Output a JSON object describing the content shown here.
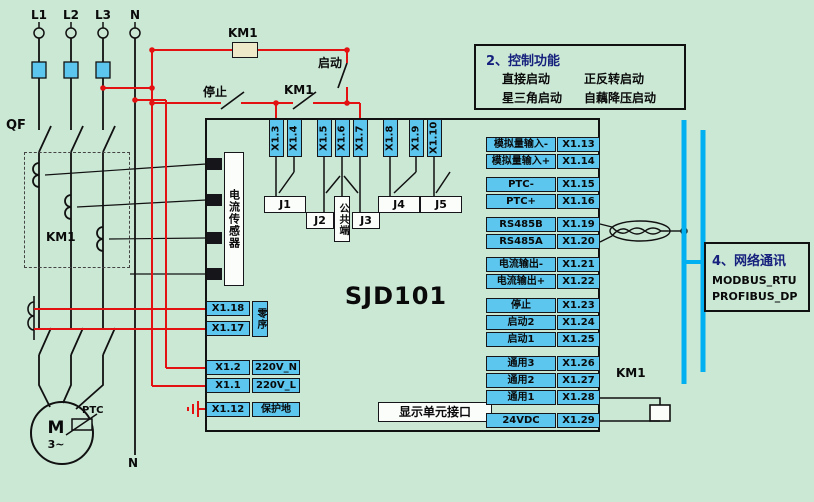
{
  "colors": {
    "background": "#cbe8d5",
    "terminal_fill": "#5cc6ee",
    "bus": "#00b0f0",
    "wire_red": "#e31111",
    "km1_aux_fill": "#eee9c8"
  },
  "phases": {
    "l1": "L1",
    "l2": "L2",
    "l3": "L3",
    "n": "N",
    "n_bottom": "N"
  },
  "breaker": {
    "qf": "QF",
    "km1": "KM1"
  },
  "control_top": {
    "km1_label": "KM1",
    "stop": "停止",
    "start": "启动",
    "km1_contact": "KM1"
  },
  "device": {
    "name": "SJD101",
    "current_sensor": "电流传感器",
    "common": "公共端",
    "zero_sequence": "零序",
    "display_interface": "显示单元接口"
  },
  "top_terminals": [
    "X1.3",
    "X1.4",
    "X1.5",
    "X1.6",
    "X1.7",
    "X1.8",
    "X1.9",
    "X1.10"
  ],
  "relays": [
    "J1",
    "J2",
    "J3",
    "J4",
    "J5"
  ],
  "left_terminals": {
    "x18": "X1.18",
    "x17": "X1.17",
    "x2": "X1.2",
    "x2_label": "220V_N",
    "x1": "X1.1",
    "x1_label": "220V_L",
    "x12": "X1.12",
    "x12_label": "保护地"
  },
  "right_terminals": [
    {
      "label": "模拟量输入-",
      "id": "X1.13"
    },
    {
      "label": "模拟量输入+",
      "id": "X1.14"
    },
    {
      "label": "PTC-",
      "id": "X1.15"
    },
    {
      "label": "PTC+",
      "id": "X1.16"
    },
    {
      "label": "RS485B",
      "id": "X1.19"
    },
    {
      "label": "RS485A",
      "id": "X1.20"
    },
    {
      "label": "电流输出-",
      "id": "X1.21"
    },
    {
      "label": "电流输出+",
      "id": "X1.22"
    },
    {
      "label": "停止",
      "id": "X1.23"
    },
    {
      "label": "启动2",
      "id": "X1.24"
    },
    {
      "label": "启动1",
      "id": "X1.25"
    },
    {
      "label": "通用3",
      "id": "X1.26"
    },
    {
      "label": "通用2",
      "id": "X1.27"
    },
    {
      "label": "通用1",
      "id": "X1.28"
    },
    {
      "label": "24VDC",
      "id": "X1.29"
    }
  ],
  "control_box": {
    "title": "2、控制功能",
    "row1_col1": "直接启动",
    "row1_col2": "正反转启动",
    "row2_col1": "星三角启动",
    "row2_col2": "自藕降压启动"
  },
  "network_box": {
    "title": "4、网络通讯",
    "line1": "MODBUS_RTU",
    "line2": "PROFIBUS_DP"
  },
  "coil": {
    "km1": "KM1"
  },
  "motor": {
    "m": "M",
    "phase": "3~",
    "ptc": "PTC"
  }
}
